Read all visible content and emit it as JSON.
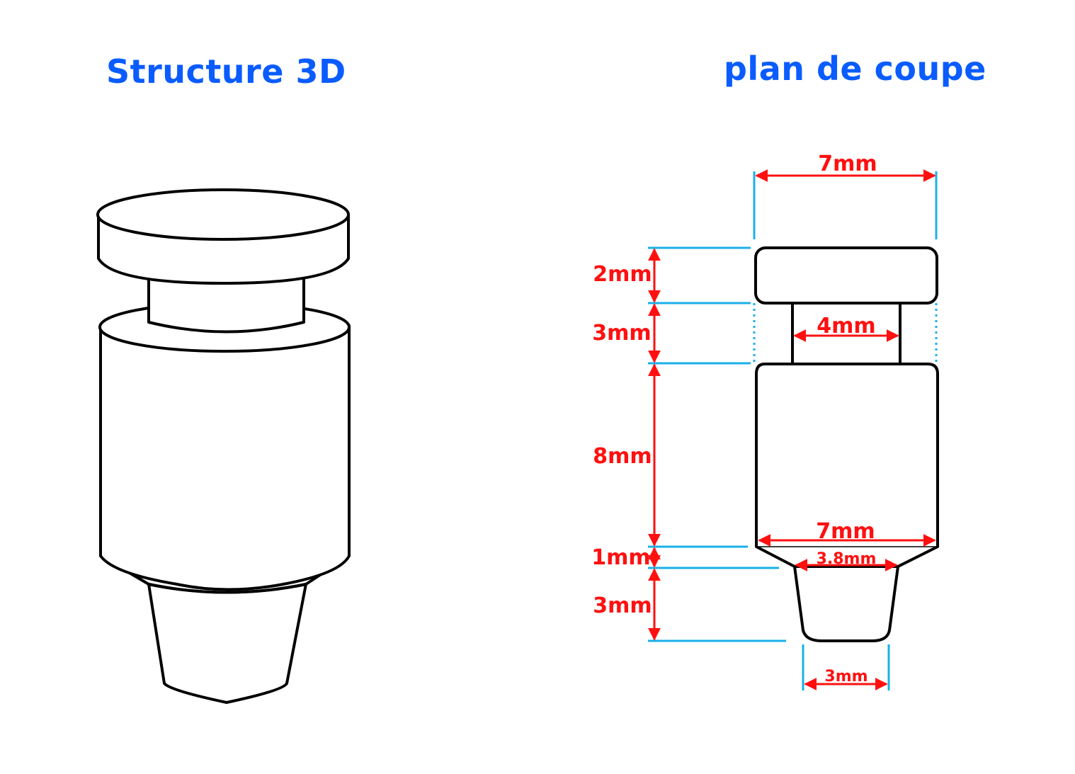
{
  "titles": {
    "left": "Structure 3D",
    "right": "plan de coupe"
  },
  "dimensions": {
    "head_width": "7mm",
    "head_height": "2mm",
    "neck_height": "3mm",
    "neck_width": "4mm",
    "body_height": "8mm",
    "body_width": "7mm",
    "chamfer_height": "1mm",
    "chamfer_width": "3.8mm",
    "tip_height": "3mm",
    "tip_width": "3mm"
  },
  "colors": {
    "title": "#0a5cff",
    "dimension_text": "#ff1010",
    "extension_lines": "#19b0e8",
    "outline": "#000000"
  }
}
